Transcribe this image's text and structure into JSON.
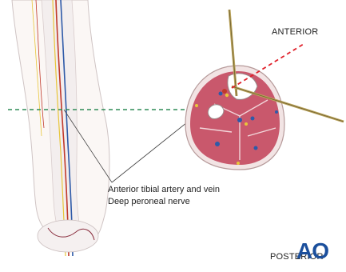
{
  "labels": {
    "anterior": "ANTERIOR",
    "posterior": "POSTERIOR",
    "structure_line1": "Anterior tibial artery and vein",
    "structure_line2": "Deep peroneal nerve"
  },
  "logo": {
    "text": "AO",
    "color": "#1b4f9c"
  },
  "colors": {
    "muscle": "#c9586c",
    "skin_ring": "#f2e4e4",
    "bone": "#ffffff",
    "artery": "#c0392b",
    "vein": "#2e5aa8",
    "nerve": "#e8c63a",
    "wire": "#b9a25a",
    "guide_line_green": "#2e8b57",
    "guide_line_red": "#e0202a"
  }
}
